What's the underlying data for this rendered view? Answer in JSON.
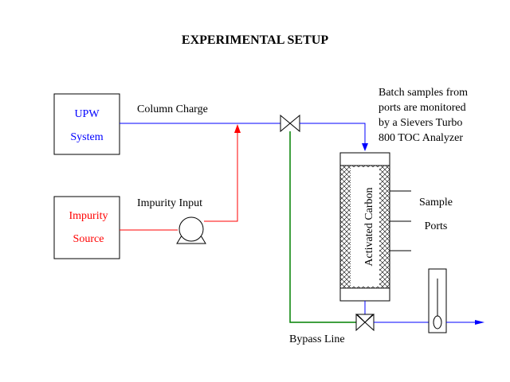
{
  "title": "EXPERIMENTAL SETUP",
  "upw_system": {
    "line1": "UPW",
    "line2": "System"
  },
  "impurity_source": {
    "line1": "Impurity",
    "line2": "Source"
  },
  "column_charge_label": "Column Charge",
  "impurity_input_label": "Impurity Input",
  "column_label": "Activated Carbon",
  "sample_ports": {
    "line1": "Sample",
    "line2": "Ports"
  },
  "bypass_label": "Bypass Line",
  "batch_note": [
    "Batch samples from",
    "ports are monitored",
    "by a Sievers Turbo",
    "800 TOC Analyzer"
  ],
  "colors": {
    "upw_line": "#0000ff",
    "impurity_line": "#ff0000",
    "bypass_line": "#008000",
    "outline": "#000000"
  }
}
